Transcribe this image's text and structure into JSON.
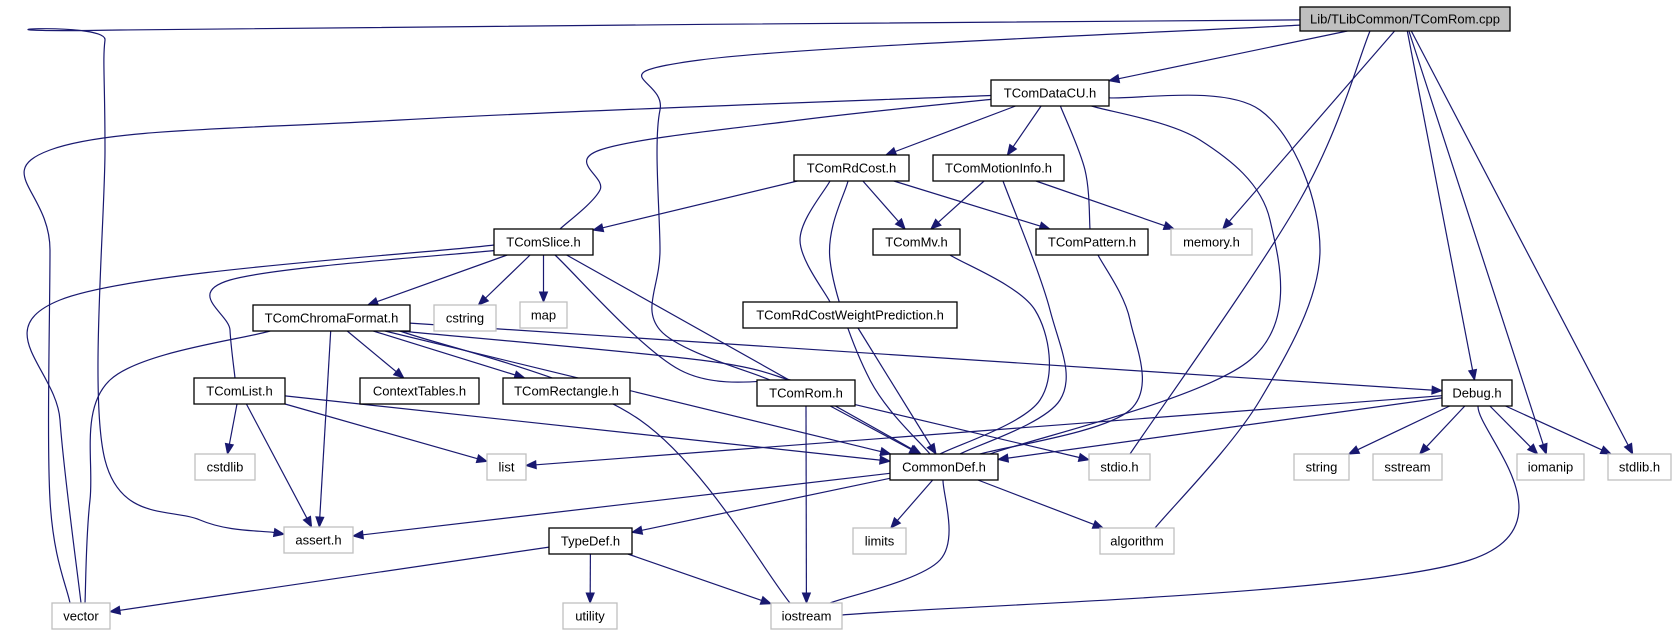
{
  "title": "Lib/TLibCommon/TComRom.cpp include dependency graph",
  "colors": {
    "edge": "#191970",
    "root_fill": "#bfbfbf",
    "node_border": "#000000",
    "system_border": "#bfbfbf",
    "node_fill": "#ffffff"
  },
  "nodes": [
    {
      "id": "root",
      "label": "Lib/TLibCommon/TComRom.cpp",
      "kind": "root"
    },
    {
      "id": "datacu",
      "label": "TComDataCU.h",
      "kind": "project"
    },
    {
      "id": "rdcost",
      "label": "TComRdCost.h",
      "kind": "project"
    },
    {
      "id": "motioninfo",
      "label": "TComMotionInfo.h",
      "kind": "project"
    },
    {
      "id": "slice",
      "label": "TComSlice.h",
      "kind": "project"
    },
    {
      "id": "mv",
      "label": "TComMv.h",
      "kind": "project"
    },
    {
      "id": "pattern",
      "label": "TComPattern.h",
      "kind": "project"
    },
    {
      "id": "memory",
      "label": "memory.h",
      "kind": "system"
    },
    {
      "id": "chroma",
      "label": "TComChromaFormat.h",
      "kind": "project"
    },
    {
      "id": "cstring",
      "label": "cstring",
      "kind": "system"
    },
    {
      "id": "map",
      "label": "map",
      "kind": "system"
    },
    {
      "id": "rdcostwp",
      "label": "TComRdCostWeightPrediction.h",
      "kind": "project"
    },
    {
      "id": "list_h",
      "label": "TComList.h",
      "kind": "project"
    },
    {
      "id": "ctxtables",
      "label": "ContextTables.h",
      "kind": "project"
    },
    {
      "id": "rect",
      "label": "TComRectangle.h",
      "kind": "project"
    },
    {
      "id": "rom",
      "label": "TComRom.h",
      "kind": "project"
    },
    {
      "id": "debug",
      "label": "Debug.h",
      "kind": "project"
    },
    {
      "id": "cstdlib",
      "label": "cstdlib",
      "kind": "system"
    },
    {
      "id": "list",
      "label": "list",
      "kind": "system"
    },
    {
      "id": "commondef",
      "label": "CommonDef.h",
      "kind": "project"
    },
    {
      "id": "stdio",
      "label": "stdio.h",
      "kind": "system"
    },
    {
      "id": "string",
      "label": "string",
      "kind": "system"
    },
    {
      "id": "sstream",
      "label": "sstream",
      "kind": "system"
    },
    {
      "id": "iomanip",
      "label": "iomanip",
      "kind": "system"
    },
    {
      "id": "stdlib",
      "label": "stdlib.h",
      "kind": "system"
    },
    {
      "id": "assert",
      "label": "assert.h",
      "kind": "system"
    },
    {
      "id": "typedef",
      "label": "TypeDef.h",
      "kind": "project"
    },
    {
      "id": "limits",
      "label": "limits",
      "kind": "system"
    },
    {
      "id": "algorithm",
      "label": "algorithm",
      "kind": "system"
    },
    {
      "id": "vector",
      "label": "vector",
      "kind": "system"
    },
    {
      "id": "utility",
      "label": "utility",
      "kind": "system"
    },
    {
      "id": "iostream",
      "label": "iostream",
      "kind": "system"
    }
  ],
  "edges": [
    [
      "root",
      "datacu"
    ],
    [
      "root",
      "assert"
    ],
    [
      "root",
      "rom"
    ],
    [
      "root",
      "memory"
    ],
    [
      "root",
      "stdio"
    ],
    [
      "root",
      "debug"
    ],
    [
      "root",
      "iomanip"
    ],
    [
      "root",
      "stdlib"
    ],
    [
      "datacu",
      "rdcost"
    ],
    [
      "datacu",
      "motioninfo"
    ],
    [
      "datacu",
      "slice"
    ],
    [
      "datacu",
      "pattern"
    ],
    [
      "datacu",
      "vector"
    ],
    [
      "datacu",
      "commondef"
    ],
    [
      "datacu",
      "algorithm"
    ],
    [
      "rdcost",
      "slice"
    ],
    [
      "rdcost",
      "mv"
    ],
    [
      "rdcost",
      "pattern"
    ],
    [
      "rdcost",
      "rdcostwp"
    ],
    [
      "rdcost",
      "commondef"
    ],
    [
      "motioninfo",
      "mv"
    ],
    [
      "motioninfo",
      "memory"
    ],
    [
      "motioninfo",
      "commondef"
    ],
    [
      "slice",
      "chroma"
    ],
    [
      "slice",
      "cstring"
    ],
    [
      "slice",
      "map"
    ],
    [
      "slice",
      "list_h"
    ],
    [
      "slice",
      "rom"
    ],
    [
      "slice",
      "commondef"
    ],
    [
      "slice",
      "vector"
    ],
    [
      "mv",
      "commondef"
    ],
    [
      "pattern",
      "commondef"
    ],
    [
      "rdcostwp",
      "commondef"
    ],
    [
      "chroma",
      "ctxtables"
    ],
    [
      "chroma",
      "rect"
    ],
    [
      "chroma",
      "rom"
    ],
    [
      "chroma",
      "debug"
    ],
    [
      "chroma",
      "commondef"
    ],
    [
      "chroma",
      "assert"
    ],
    [
      "chroma",
      "vector"
    ],
    [
      "chroma",
      "iostream"
    ],
    [
      "list_h",
      "cstdlib"
    ],
    [
      "list_h",
      "list"
    ],
    [
      "list_h",
      "assert"
    ],
    [
      "list_h",
      "commondef"
    ],
    [
      "rom",
      "commondef"
    ],
    [
      "rom",
      "stdio"
    ],
    [
      "rom",
      "iostream"
    ],
    [
      "debug",
      "list"
    ],
    [
      "debug",
      "commondef"
    ],
    [
      "debug",
      "string"
    ],
    [
      "debug",
      "sstream"
    ],
    [
      "debug",
      "iomanip"
    ],
    [
      "debug",
      "stdlib"
    ],
    [
      "debug",
      "iostream"
    ],
    [
      "commondef",
      "assert"
    ],
    [
      "commondef",
      "typedef"
    ],
    [
      "commondef",
      "limits"
    ],
    [
      "commondef",
      "algorithm"
    ],
    [
      "commondef",
      "iostream"
    ],
    [
      "typedef",
      "vector"
    ],
    [
      "typedef",
      "utility"
    ],
    [
      "typedef",
      "iostream"
    ]
  ]
}
